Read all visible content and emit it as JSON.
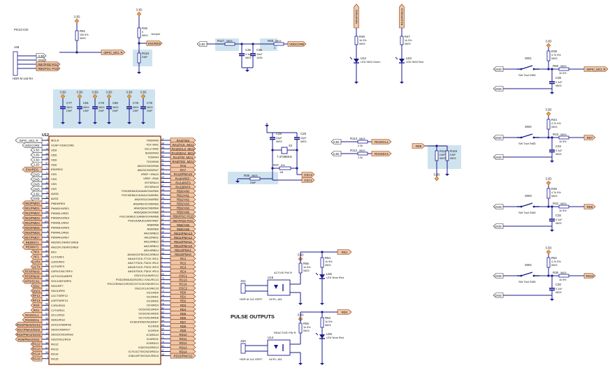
{
  "header": {
    "pic_icd": "PIC24 ICD",
    "j48": "J48",
    "j48_desc": "HDR M 1x6 RA"
  },
  "power": {
    "v33": "3.3D",
    "gnd": "GND"
  },
  "resistors": {
    "r51": {
      "ref": "R51",
      "val": "10k 5%",
      "pkg": "0603"
    },
    "r46": {
      "ref": "R46",
      "val": "0",
      "pkg": "0603",
      "note": "Jumper"
    },
    "r116": {
      "ref": "R116",
      "val": "DNP"
    },
    "r117": {
      "ref": "R117",
      "pkg": "0603"
    },
    "r45": {
      "ref": "R45",
      "val": "0",
      "pkg": "0603",
      "note": "Jumper"
    },
    "r49": {
      "ref": "R49",
      "val": "1k 5%",
      "pkg": "0603"
    },
    "r47": {
      "ref": "R47",
      "val": "1k 5%",
      "pkg": "0603"
    },
    "r37": {
      "ref": "R37",
      "val": "1M",
      "pkg": "5%"
    },
    "r36": {
      "ref": "R36",
      "val": "DNP",
      "pkg": "0603"
    },
    "r113": {
      "ref": "R113",
      "val": "2.2k",
      "pkg": "0603"
    },
    "r112": {
      "ref": "R112",
      "val": "2.2k",
      "pkg": "0603"
    },
    "r114": {
      "ref": "R114",
      "val": "DNP",
      "pkg": "0603"
    },
    "r115": {
      "ref": "R115",
      "val": "DNP",
      "pkg": "0603"
    },
    "r38": {
      "ref": "R38",
      "val": "4.7k 5%",
      "pkg": "0603"
    },
    "r50": {
      "ref": "R50",
      "val": "1k 5%",
      "pkg": "0603"
    },
    "r44": {
      "ref": "R44",
      "val": "4.7k 5%",
      "pkg": "0603"
    },
    "r43": {
      "ref": "R43",
      "val": "1k 5%",
      "pkg": "0603"
    },
    "r48": {
      "ref": "R48",
      "val": "4.7k 5%",
      "pkg": "0603"
    },
    "r42": {
      "ref": "R42",
      "val": "1k 5%",
      "pkg": "0603"
    },
    "r52": {
      "ref": "R52",
      "val": "4.7k 5%",
      "pkg": "0603"
    },
    "r30": {
      "ref": "R30",
      "val": "1k 5%",
      "pkg": "0603"
    },
    "r56": {
      "ref": "R56",
      "val": "1k 5%",
      "pkg": "0603"
    },
    "r54": {
      "ref": "R54",
      "val": "1k 5%",
      "pkg": "0603"
    },
    "r55": {
      "ref": "R55",
      "val": "1k 5%",
      "pkg": "0603"
    },
    "r53": {
      "ref": "R53",
      "val": "1k 5%",
      "pkg": "0603"
    }
  },
  "caps": {
    "c35": {
      "ref": "C35",
      "val": "0.1uF",
      "pkg": "0603"
    },
    "c36": {
      "ref": "C36",
      "val": "10uF",
      "pkg": "1206"
    },
    "c28": {
      "ref": "C28",
      "val": "22pF",
      "pkg": "0603"
    },
    "c29": {
      "ref": "C29",
      "val": "22pF",
      "pkg": "0603"
    },
    "c39": {
      "ref": "C39",
      "val": "0.1uF",
      "pkg": "0603"
    },
    "c34": {
      "ref": "C34",
      "val": "0.1uF",
      "pkg": "0603"
    },
    "c32": {
      "ref": "C32",
      "val": "0.1uF",
      "pkg": "0603"
    },
    "c30": {
      "ref": "C30",
      "val": "0.1uF",
      "pkg": "0603"
    },
    "dnp_row": [
      {
        "ref": "C77",
        "pkg": "0603",
        "val": "DNP"
      },
      {
        "ref": "C81",
        "pkg": "0603",
        "val": "DNP"
      },
      {
        "ref": "C79",
        "pkg": "0603",
        "val": "DNP"
      },
      {
        "ref": "C80",
        "pkg": "0603",
        "val": "DNP"
      },
      {
        "ref": "C78",
        "pkg": "0603",
        "val": "DNP"
      },
      {
        "ref": "C76",
        "pkg": "0603",
        "val": "DNP"
      }
    ]
  },
  "crystal": {
    "ref": "X2",
    "val": "7.3728MHz"
  },
  "leds": {
    "ld4": {
      "ref": "LD4",
      "desc": "LED 0603 Green"
    },
    "ld3": {
      "ref": "LD3",
      "desc": "LED 0603 Red"
    },
    "ld6": {
      "ref": "LD6",
      "desc": "LED 5mm Red"
    },
    "ld5": {
      "ref": "LD5",
      "desc": "LED 5mm Red"
    }
  },
  "switches": [
    {
      "ref": "SW1",
      "desc": "SW Tact SMD",
      "net": "dsPIC_MCL R"
    },
    {
      "ref": "SW2",
      "desc": "SW Tact SMD",
      "net": "RD7"
    },
    {
      "ref": "SW3",
      "desc": "SW Tact SMD",
      "net": "RD6"
    },
    {
      "ref": "SW4",
      "desc": "SW Tact SMD",
      "net": "RD13"
    }
  ],
  "nets": {
    "dspic_mclr": "dsPIC_MCL R",
    "envreg": "ENVREG",
    "vddcore": "VDDCORE",
    "osc1": "OSC1",
    "osc2": "OSC2",
    "rd8": "RD8",
    "rg3sc": "RG3SCL1",
    "rg2sda": "RG2SDA1",
    "rd1": "RD1",
    "rd2": "RD2",
    "rb_top1": "RB4/PMA8",
    "rb_top2": "RA10/PMA1S",
    "j48_pins": [
      "3.3D",
      "GND",
      "RB7/PGD PGC",
      "RB6/PGC PGD"
    ]
  },
  "mcu": {
    "ref": "U12",
    "left_pins": [
      {
        "num": "1",
        "name": "MCLR"
      },
      {
        "num": "2",
        "name": "VCAP /VDDCORE"
      },
      {
        "num": "10",
        "name": "VDD"
      },
      {
        "num": "26",
        "name": "VDD"
      },
      {
        "num": "38",
        "name": "VDD"
      },
      {
        "num": "57",
        "name": "VDD"
      },
      {
        "num": "71",
        "name": "ENVREG"
      },
      {
        "num": "11",
        "name": "VSS"
      },
      {
        "num": "31",
        "name": "VSS"
      },
      {
        "num": "40",
        "name": "VSS"
      },
      {
        "num": "65",
        "name": "VSS"
      },
      {
        "num": "75",
        "name": "AVDD"
      },
      {
        "num": "30",
        "name": "AVSS"
      },
      {
        "num": "93",
        "name": "PMD0/RE0"
      },
      {
        "num": "94",
        "name": "PWM1H1/RE1"
      },
      {
        "num": "98",
        "name": "PWM2L1/RE2"
      },
      {
        "num": "99",
        "name": "PWM2H1/RE3"
      },
      {
        "num": "100",
        "name": "PWM3L1/RE4"
      },
      {
        "num": "3",
        "name": "PWM3H1/RE5"
      },
      {
        "num": "4",
        "name": "PWM4L1/RE6"
      },
      {
        "num": "5",
        "name": "PWM4H1/RE7"
      },
      {
        "num": "18",
        "name": "AN20/FLTA/INT1/RE8"
      },
      {
        "num": "19",
        "name": "AN21/FLTB/INT2/RE9"
      },
      {
        "num": "87",
        "name": "RF0"
      },
      {
        "num": "88",
        "name": "C1TX/RF1"
      },
      {
        "num": "52",
        "name": "U1RX/RF2"
      },
      {
        "num": "51",
        "name": "U1TX/RF3"
      },
      {
        "num": "49",
        "name": "U2RX/CN17/RF4"
      },
      {
        "num": "50",
        "name": "U2TX/CN18/RF5"
      },
      {
        "num": "55",
        "name": "SCK1/INT0/RF6"
      },
      {
        "num": "54",
        "name": "SDI1/RF7"
      },
      {
        "num": "53",
        "name": "SDO1/RF8"
      },
      {
        "num": "40",
        "name": "U1CTS/RF12"
      },
      {
        "num": "39",
        "name": "U1RTS/RF13"
      },
      {
        "num": "90",
        "name": "C1RX/RG0"
      },
      {
        "num": "89",
        "name": "C1TX/RG1"
      },
      {
        "num": "57",
        "name": "SCL1/RG2"
      },
      {
        "num": "56",
        "name": "SDA1/RG3"
      },
      {
        "num": "10",
        "name": "SCK2/CN8/RG6"
      },
      {
        "num": "11",
        "name": "SDI2/CN9/RG7"
      },
      {
        "num": "12",
        "name": "SDO2/CN10/RG8"
      },
      {
        "num": "14",
        "name": "SS2/CN11/RG9"
      },
      {
        "num": "96",
        "name": "RG12"
      },
      {
        "num": "97",
        "name": "RG13"
      },
      {
        "num": "95",
        "name": "RG14"
      },
      {
        "num": "1",
        "name": "RG15"
      }
    ],
    "right_pins": [
      {
        "num": "17",
        "name": "TMS/RA0"
      },
      {
        "num": "38",
        "name": "TCK /RA1"
      },
      {
        "num": "58",
        "name": "SCL2 /RA2"
      },
      {
        "num": "59",
        "name": "SDA2/RA3"
      },
      {
        "num": "60",
        "name": "TDI/RA4"
      },
      {
        "num": "61",
        "name": "TDO/RA5"
      },
      {
        "num": "91",
        "name": "AN22/CN22/RA6"
      },
      {
        "num": "92",
        "name": "AN23/CN23/RA7"
      },
      {
        "num": "28",
        "name": "VREF +/RA10"
      },
      {
        "num": "29",
        "name": "VREF- /RA9"
      },
      {
        "num": "66",
        "name": "INT3/RA14"
      },
      {
        "num": "67",
        "name": "INT4/RA15"
      },
      {
        "num": "25",
        "name": "PGD3/EMUD3/AN0/CN2/RB0"
      },
      {
        "num": "24",
        "name": "PGC3/EMUC3/AN1/CN3/RB1"
      },
      {
        "num": "23",
        "name": "AN2/SS1/CN4/RB2"
      },
      {
        "num": "22",
        "name": "AN3/INDX/CN5/RB3"
      },
      {
        "num": "21",
        "name": "AN4/QEA/CN6/RB4"
      },
      {
        "num": "20",
        "name": "AN5/QEB/CN7/RB5"
      },
      {
        "num": "26",
        "name": "PGC1/EMUC1/AN6/OCFA/RB6"
      },
      {
        "num": "27",
        "name": "PGD1/EMUD1/AN7/RB7"
      },
      {
        "num": "32",
        "name": "AN8/RB8"
      },
      {
        "num": "33",
        "name": "AN9/RB9"
      },
      {
        "num": "34",
        "name": "AN10/RB10"
      },
      {
        "num": "35",
        "name": "AN11/RB11"
      },
      {
        "num": "41",
        "name": "AN12/RB12"
      },
      {
        "num": "42",
        "name": "AN13/RB13"
      },
      {
        "num": "43",
        "name": "AN14/RB14"
      },
      {
        "num": "44",
        "name": "AN15/OCFB/CN12/RB15"
      },
      {
        "num": "6",
        "name": "AN16/T2CK /T7CK /RC1"
      },
      {
        "num": "7",
        "name": "AN17/T3CK /T6CK /RC2"
      },
      {
        "num": "8",
        "name": "AN18/T4CK /T9CK /RC3"
      },
      {
        "num": "9",
        "name": "AN19/T5CK /T8CK /RC4"
      },
      {
        "num": "63",
        "name": "OSC1/CLKIN/RC12"
      },
      {
        "num": "73",
        "name": "PGD2/EMUD2/SOSCI /CN1/RC13"
      },
      {
        "num": "74",
        "name": "PGC2/EMUC2/SOSCO/T1CK/CN0/RC14"
      },
      {
        "num": "64",
        "name": "OSC2/CLKO/RC15"
      },
      {
        "num": "72",
        "name": "OC1/RD0"
      },
      {
        "num": "76",
        "name": "OC2/RD1"
      },
      {
        "num": "77",
        "name": "OC3/RD2"
      },
      {
        "num": "78",
        "name": "OC4/RD3"
      },
      {
        "num": "81",
        "name": "OC5/CN13/RD4"
      },
      {
        "num": "82",
        "name": "OC6/CN14/RD5"
      },
      {
        "num": "83",
        "name": "OC7/CN15/RD6"
      },
      {
        "num": "84",
        "name": "OC8/UPDN/CN16/RD7"
      },
      {
        "num": "68",
        "name": "IC1/RD8"
      },
      {
        "num": "69",
        "name": "IC2/RD9"
      },
      {
        "num": "70",
        "name": "IC3/RD10"
      },
      {
        "num": "71",
        "name": "IC4/RD11"
      },
      {
        "num": "79",
        "name": "IC5/RD12"
      },
      {
        "num": "80",
        "name": "IC6/CN19/RD13"
      },
      {
        "num": "47",
        "name": "IC7/U1CTS/CN20/RD14"
      },
      {
        "num": "48",
        "name": "IC8/U1RTS/CN21/RD15"
      }
    ],
    "left_nets": [
      "dsPIC_MCL R",
      "VDDCORE",
      "3.3D",
      "3.3D",
      "3.3D",
      "3.3D",
      "ENVREG",
      "GND",
      "GND",
      "GND",
      "GND",
      "3.3D",
      "GND",
      "RE0/PMD0",
      "RE1/PMD1",
      "RE2/PMD2",
      "RE3/PMD3",
      "RE4/PMD4",
      "RE5/PMD5",
      "RE6/PMD6",
      "RE7/PMD7",
      "RE8/INT1",
      "RE9/INT2",
      "RF0",
      "RF1",
      "U1RX",
      "U1TX",
      "RF4/PMA9",
      "RF5/PMA8",
      "INT0/SCK1",
      "SDI1",
      "SDO1",
      "RF12",
      "RF13",
      "RG0",
      "RG1",
      "RG2SCL1",
      "RG3SDA1",
      "RG6/PMA5/SCK2",
      "RG7/PMA4/SDI2",
      "RG8/PMA3/SDO2",
      "RG9/PMA2/SS2",
      "RG12",
      "RG13",
      "RG14",
      "RG15"
    ],
    "right_nets": [
      "RA0/TMS",
      "RA1/TCK_MCU",
      "RA2/SCL2_MCU",
      "RA3/SDA2_MCU",
      "RA4/TDI_MCU",
      "RA5/TDO_MCU",
      "RA6",
      "RA7",
      "RA10/PMA1S",
      "RA9/VREF-",
      "RA14/INT3",
      "RA15/INT4",
      "RB0/AN0",
      "RB1/AN1",
      "RB2/AN2",
      "RB3/AN3",
      "RB4/AN4",
      "RB5/AN5",
      "RB6/PGC PGD",
      "RB7/PGD PGC",
      "RB8/AN8",
      "RB9/AN9",
      "RB10/PMA13",
      "RB11/PMA12",
      "RB12/PMA11",
      "RB13/PMA10",
      "RB14/PMA1",
      "RB15/PMA0",
      "RC1",
      "RC2",
      "RC3",
      "RC4",
      "OSC1",
      "RC13",
      "RC14",
      "OSC2",
      "RD0",
      "RD1",
      "RD2",
      "RD3",
      "RD4",
      "RD5",
      "RD6",
      "RD7",
      "RD8",
      "RD9",
      "RD10",
      "RD11",
      "RD12",
      "RD13",
      "RD14",
      "RD15/PMCS2"
    ]
  },
  "optos": [
    {
      "ref": "U15",
      "part": "HCPL-181",
      "label": "ACTIVE PW R",
      "jack": "JS1",
      "jack_desc": "HDR M 1x2 VERT"
    },
    {
      "ref": "U14",
      "part": "HCPL-181",
      "label": "REACTIVE PW R",
      "jack": "JS0",
      "jack_desc": "HDR M 1x2 VERT"
    }
  ],
  "sections": {
    "pulse_outputs": "PULSE OUTPUTS"
  }
}
